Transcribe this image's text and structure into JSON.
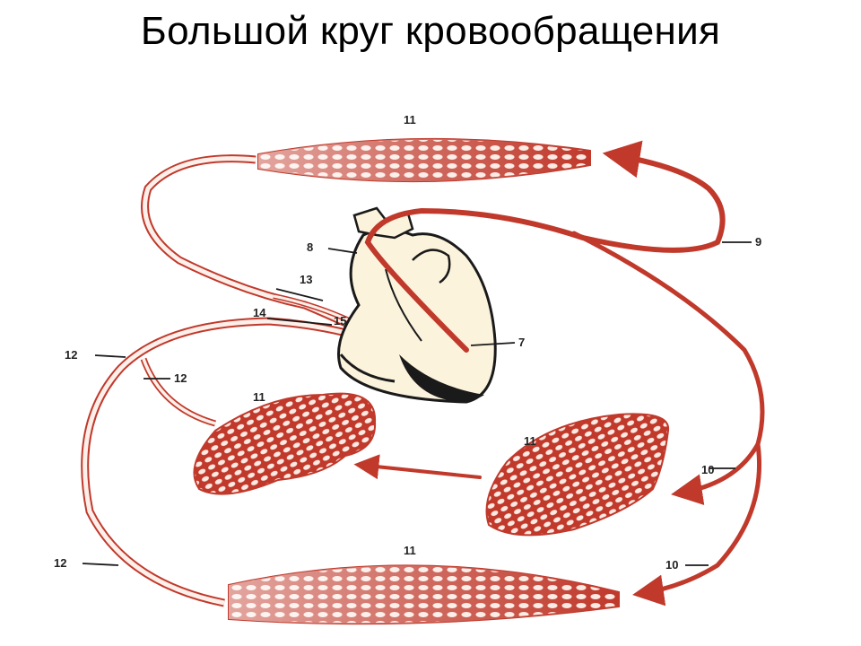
{
  "title": "Большой круг кровообращения",
  "colors": {
    "vessel": "#c0392b",
    "vessel_light": "#f3c4b6",
    "net_fill": "#e6a08c",
    "heart_fill": "#fbf3dc",
    "ink": "#1a1a1a"
  },
  "labels": {
    "l11_top": "11",
    "l9": "9",
    "l8": "8",
    "l13": "13",
    "l14": "14",
    "l15": "15",
    "l7": "7",
    "l12_a": "12",
    "l12_b": "12",
    "l11_left": "11",
    "l11_right": "11",
    "l10_a": "10",
    "l10_b": "10",
    "l12_c": "12",
    "l11_bottom": "11"
  }
}
